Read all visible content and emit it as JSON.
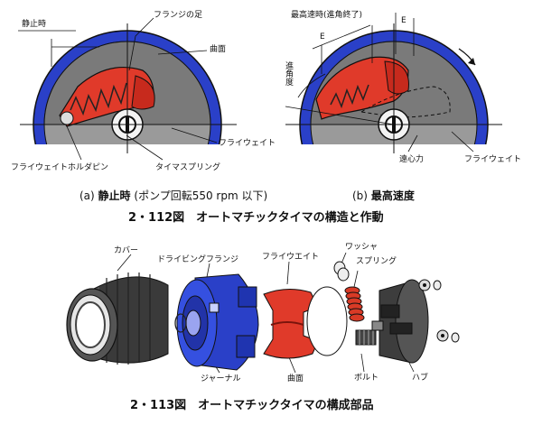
{
  "fig112": {
    "left": {
      "label_stop": "静止時",
      "label_flange_foot": "フランジの足",
      "label_curve": "曲面",
      "label_flyweight": "フライウェイト",
      "label_holder_pin": "フライウェイトホルダピン",
      "label_timer_spring": "タイマスプリング"
    },
    "right": {
      "label_max_speed": "最高速時(進角終了)",
      "label_E1": "E",
      "label_E2": "E",
      "label_advance_angle": "進角度",
      "label_centrifugal": "遠心力",
      "label_flyweight": "フライウェイト"
    },
    "caption_a_letter": "(a)",
    "caption_a_title": "静止時",
    "caption_a_note": "(ポンプ回転550 rpm 以下)",
    "caption_b_letter": "(b)",
    "caption_b_title": "最高速度",
    "title": "2・112図　オートマチックタイマの構造と作動"
  },
  "fig113": {
    "label_cover": "カバー",
    "label_driving_flange": "ドライビングフランジ",
    "label_flyweight": "フライウエイト",
    "label_washer": "ワッシャ",
    "label_spring": "スプリング",
    "label_journal": "ジャーナル",
    "label_curve": "曲面",
    "label_bolt": "ボルト",
    "label_hub": "ハブ",
    "title": "2・113図　オートマチックタイマの構成部品"
  },
  "colors": {
    "blue": "#2a40c8",
    "red": "#e03a2a",
    "gray": "#8a8a8a",
    "dark": "#2b2b2b"
  }
}
